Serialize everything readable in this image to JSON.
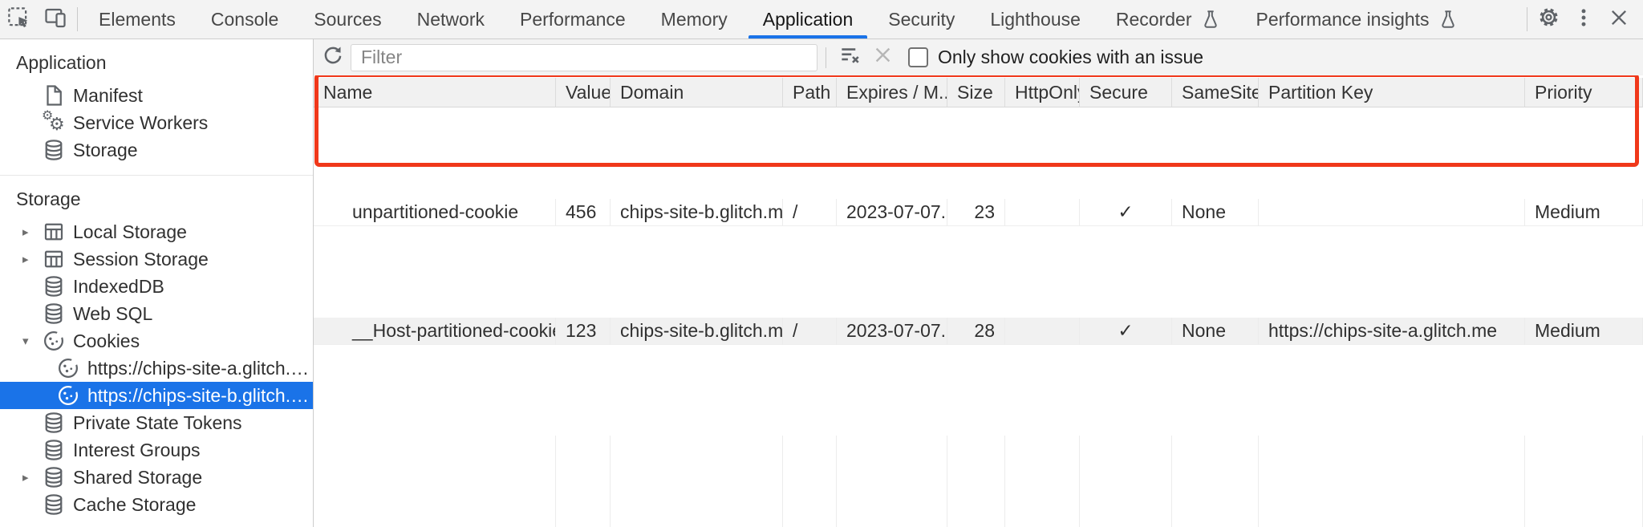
{
  "toolbar": {
    "tabs": [
      {
        "label": "Elements"
      },
      {
        "label": "Console"
      },
      {
        "label": "Sources"
      },
      {
        "label": "Network"
      },
      {
        "label": "Performance"
      },
      {
        "label": "Memory"
      },
      {
        "label": "Application",
        "selected": true
      },
      {
        "label": "Security"
      },
      {
        "label": "Lighthouse"
      },
      {
        "label": "Recorder",
        "flask": true
      },
      {
        "label": "Performance insights",
        "flask": true
      }
    ]
  },
  "sidebar": {
    "sections": [
      {
        "title": "Application",
        "items": [
          {
            "label": "Manifest",
            "icon": "document"
          },
          {
            "label": "Service Workers",
            "icon": "service-worker"
          },
          {
            "label": "Storage",
            "icon": "database"
          }
        ]
      },
      {
        "title": "Storage",
        "items": [
          {
            "label": "Local Storage",
            "icon": "table",
            "arrow": "collapsed"
          },
          {
            "label": "Session Storage",
            "icon": "table",
            "arrow": "collapsed"
          },
          {
            "label": "IndexedDB",
            "icon": "database"
          },
          {
            "label": "Web SQL",
            "icon": "database"
          },
          {
            "label": "Cookies",
            "icon": "cookie",
            "arrow": "expanded"
          },
          {
            "label": "https://chips-site-a.glitch.me",
            "icon": "cookie",
            "indent": 1
          },
          {
            "label": "https://chips-site-b.glitch.me",
            "icon": "cookie",
            "indent": 1,
            "selected": true
          },
          {
            "label": "Private State Tokens",
            "icon": "database"
          },
          {
            "label": "Interest Groups",
            "icon": "database"
          },
          {
            "label": "Shared Storage",
            "icon": "database",
            "arrow": "collapsed"
          },
          {
            "label": "Cache Storage",
            "icon": "database"
          }
        ]
      }
    ]
  },
  "filter_bar": {
    "placeholder": "Filter",
    "checkbox_label": "Only show cookies with an issue",
    "checkbox_checked": false
  },
  "cookies_table": {
    "columns": [
      "Name",
      "Value",
      "Domain",
      "Path",
      "Expires / M...",
      "Size",
      "HttpOnly",
      "Secure",
      "SameSite",
      "Partition Key",
      "Priority"
    ],
    "rows": [
      [
        "unpartitioned-cookie",
        "456",
        "chips-site-b.glitch.me",
        "/",
        "2023-07-07...",
        "23",
        "",
        "✓",
        "None",
        "",
        "Medium"
      ],
      [
        "__Host-partitioned-cookie",
        "123",
        "chips-site-b.glitch.me",
        "/",
        "2023-07-07...",
        "28",
        "",
        "✓",
        "None",
        "https://chips-site-a.glitch.me",
        "Medium"
      ]
    ]
  },
  "colors": {
    "highlight_red": "#f0381a",
    "selection_blue": "#1a73e8",
    "toolbar_bg": "#f3f3f3"
  }
}
